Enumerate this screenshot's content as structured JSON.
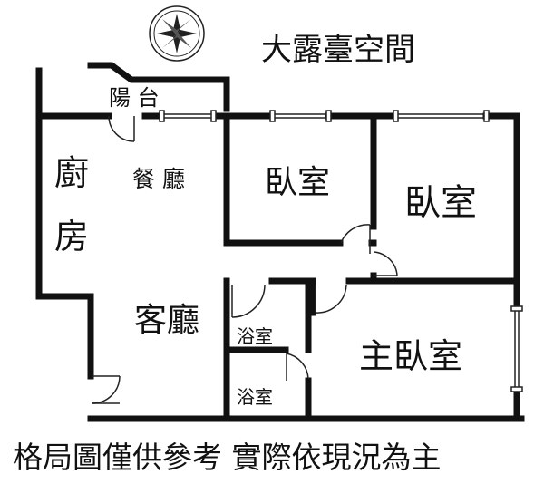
{
  "labels": {
    "terrace": "大露臺空間",
    "balcony": "陽 台",
    "kitchen_1": "廚",
    "kitchen_2": "房",
    "dining": "餐 廳",
    "bedroom_1": "臥室",
    "bedroom_2": "臥室",
    "living": "客廳",
    "bath_1": "浴室",
    "bath_2": "浴室",
    "master": "主臥室",
    "disclaimer": "格局圖僅供參考 實際依現況為主"
  },
  "icons": {
    "compass": "compass-rose-icon"
  },
  "colors": {
    "wall": "#111111",
    "background": "#ffffff"
  }
}
